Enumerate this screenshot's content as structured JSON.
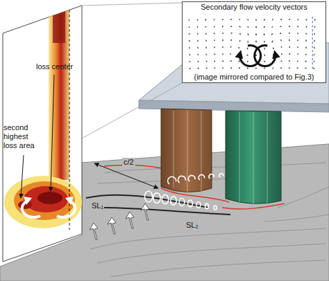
{
  "diagram": {
    "nodes": [
      {
        "text": [
          "Secondary flow velocity vectors",
          "(image mirrored compared to Fig.3)"
        ]
      }
    ],
    "labels": [
      "loss center",
      "second highest loss area",
      "c/2",
      "SL₁",
      "SL₂"
    ]
  }
}
